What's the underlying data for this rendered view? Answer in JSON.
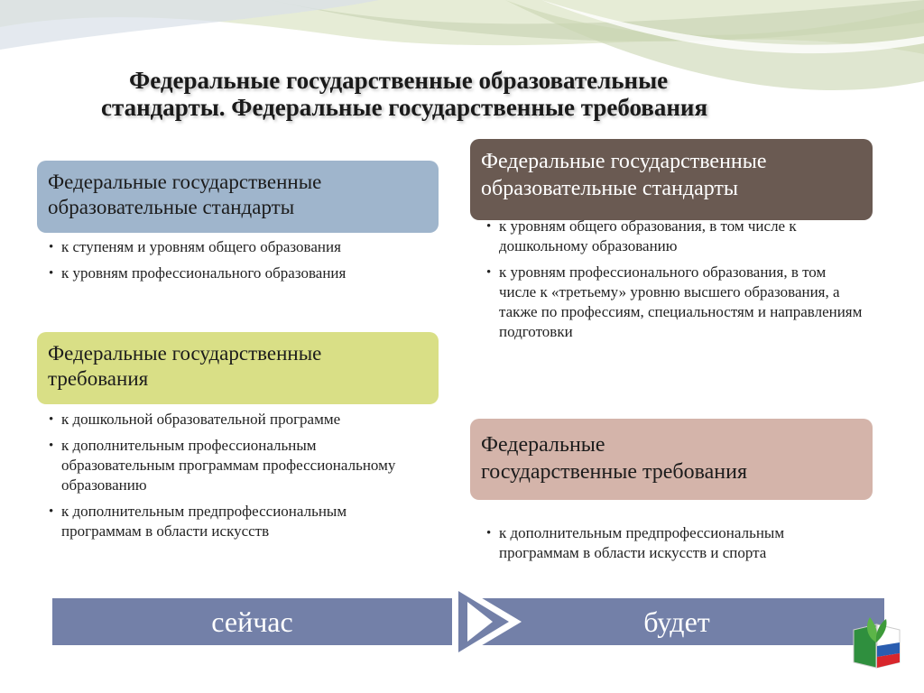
{
  "title": {
    "line1": "Федеральные государственные образовательные",
    "line2": "стандарты. Федеральные государственные требования"
  },
  "left": {
    "box1": {
      "line1": "Федеральные государственные",
      "line2": "образовательные стандарты"
    },
    "list1": [
      "к ступеням и уровням общего образования",
      "к уровням профессионального образования"
    ],
    "box2": {
      "line1": "Федеральные  государственные",
      "line2": "требования"
    },
    "list2": [
      "к дошкольной образовательной программе",
      "к дополнительным профессиональным образовательным программам профессиональному образованию",
      "к дополнительным предпрофессиональным программам в области искусств"
    ]
  },
  "right": {
    "box1": {
      "line1": "Федеральные государственные",
      "line2": "образовательные стандарты"
    },
    "list1": [
      "к уровням общего образования, в том числе к дошкольному образованию",
      "к уровням профессионального образования, в том числе к «третьему» уровню высшего образования, а также по профессиям, специальностям и направлениям подготовки"
    ],
    "box2": {
      "line1": "Федеральные",
      "line2": "государственные  требования"
    },
    "list2": [
      "к дополнительным предпрофессиональным программам в области искусств и спорта"
    ]
  },
  "bottom": {
    "now_label": "сейчас",
    "future_label": "будет"
  },
  "colors": {
    "box_left_1": "#9fb5cc",
    "box_left_2": "#d9df86",
    "box_right_1": "#6a5a52",
    "box_right_2": "#d4b4aa",
    "bar": "#7380a8"
  },
  "icons": {
    "arrow": "chevron-right-icon",
    "logo": "union-logo-icon"
  }
}
